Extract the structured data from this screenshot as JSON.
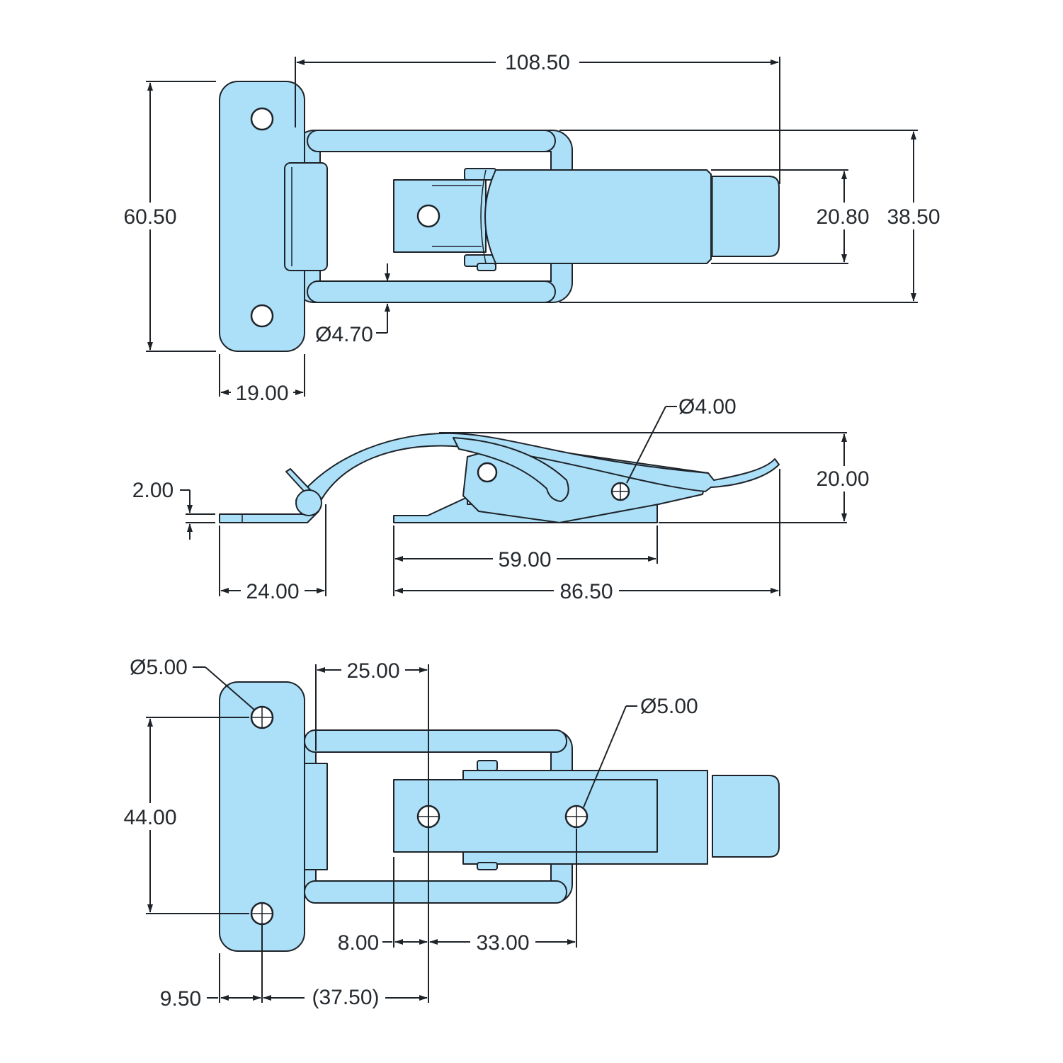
{
  "colors": {
    "part_fill": "#ace0f8",
    "outline": "#1e2329",
    "text": "#262b30",
    "background": "#ffffff"
  },
  "top_view": {
    "overall_length": "108.50",
    "plate_height": "60.50",
    "loop_height": "38.50",
    "lever_width": "20.80",
    "wire_diameter": "Ø4.70",
    "plate_width": "19.00"
  },
  "side_view": {
    "rivet_diameter": "Ø4.00",
    "height": "20.00",
    "thickness": "2.00",
    "keeper_length": "24.00",
    "base_length": "59.00",
    "total_length": "86.50"
  },
  "bottom_view": {
    "keeper_hole_diameter": "Ø5.00",
    "loop_offset": "25.00",
    "base_hole_diameter": "Ø5.00",
    "hole_spacing": "44.00",
    "base_hole_offset": "8.00",
    "base_hole_spacing": "33.00",
    "hole_edge_distance": "9.50",
    "reference_distance": "(37.50)"
  }
}
